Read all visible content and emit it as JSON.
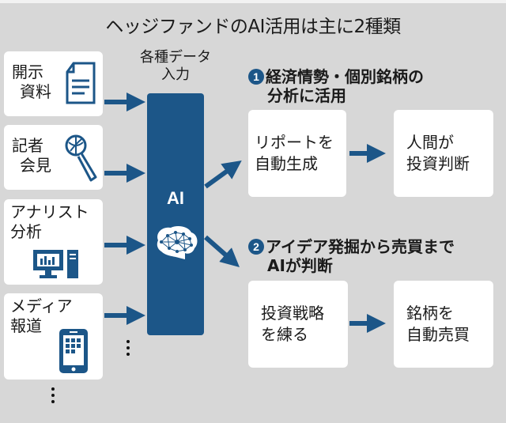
{
  "title": "ヘッジファンドのAI活用は主に2種類",
  "input_label": [
    "各種データ",
    "入力"
  ],
  "sources": [
    {
      "lines": [
        "開示",
        "資料"
      ],
      "icon": "document-icon"
    },
    {
      "lines": [
        "記者",
        "会見"
      ],
      "icon": "microphone-icon"
    },
    {
      "lines": [
        "アナリスト",
        "分析"
      ],
      "icon": "computer-chart-icon"
    },
    {
      "lines": [
        "メディア",
        "報道"
      ],
      "icon": "tablet-icon"
    }
  ],
  "ai": {
    "label": "AI",
    "icon": "brain-network-icon"
  },
  "sections": [
    {
      "number": "1",
      "heading": [
        "経済情勢・個別銘柄の",
        "分析に活用"
      ],
      "steps": [
        {
          "lines": [
            "リポートを",
            "自動生成"
          ]
        },
        {
          "lines": [
            "人間が",
            "投資判断"
          ]
        }
      ]
    },
    {
      "number": "2",
      "heading": [
        "アイデア発掘から売買まで",
        "AIが判断"
      ],
      "steps": [
        {
          "lines": [
            "投資戦略",
            "を練る"
          ]
        },
        {
          "lines": [
            "銘柄を",
            "自動売買"
          ]
        }
      ]
    }
  ],
  "colors": {
    "accent": "#1c5688",
    "background": "#d7d7d7",
    "card": "#ffffff"
  }
}
